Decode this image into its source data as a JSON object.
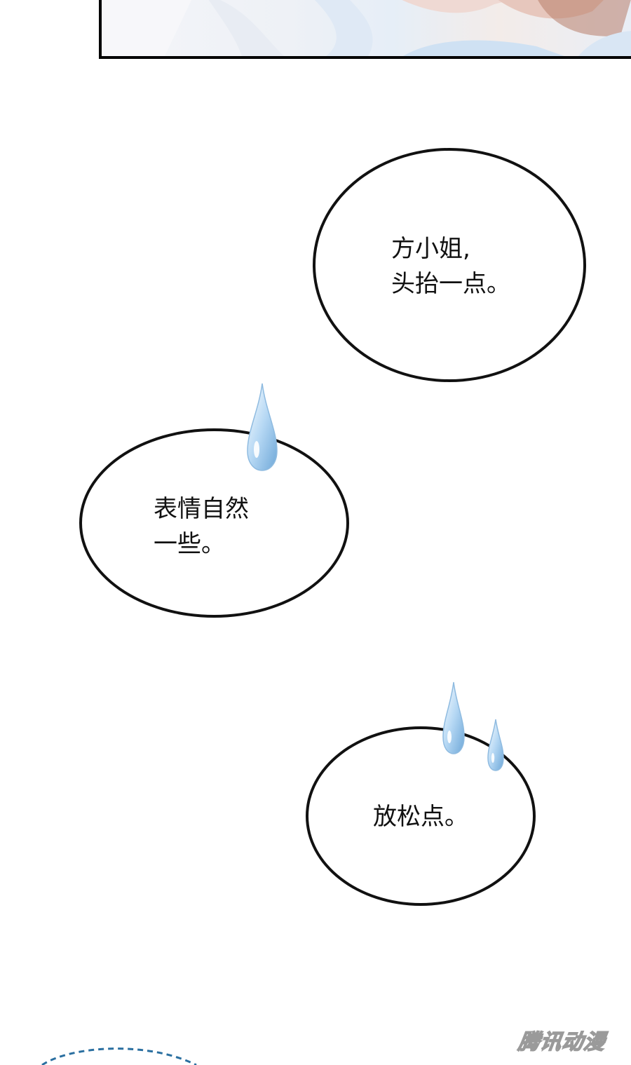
{
  "panel": {
    "top_image": "top-art-panel"
  },
  "bubbles": [
    {
      "lines": [
        "方小姐,",
        "头抬一点。"
      ]
    },
    {
      "lines": [
        "表情自然",
        "一些。"
      ]
    },
    {
      "lines": [
        "放松点。"
      ]
    }
  ],
  "icons": {
    "sweat_drop": "sweat-drop-icon"
  },
  "watermark": {
    "text": "腾讯动漫"
  },
  "colors": {
    "ink": "#111111",
    "drop": "#9cc6ea",
    "dash": "#2a6fa0"
  }
}
